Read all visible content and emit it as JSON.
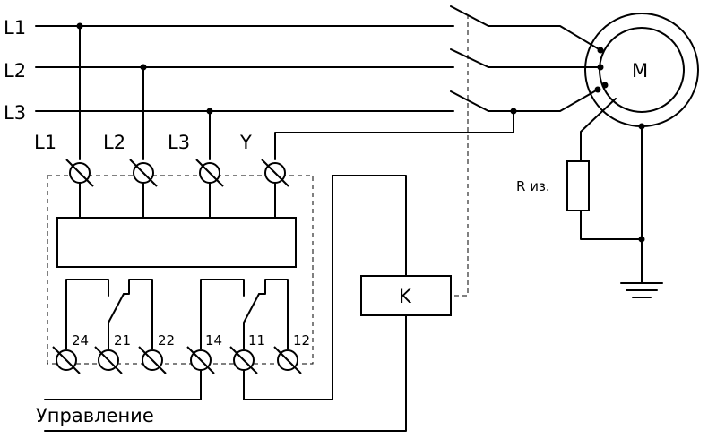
{
  "lines": {
    "l1": "L1",
    "l2": "L2",
    "l3": "L3"
  },
  "relay_terminals": {
    "t1": "L1",
    "t2": "L2",
    "t3": "L3",
    "t4": "Y"
  },
  "contacts": [
    "24",
    "21",
    "22",
    "14",
    "11",
    "12"
  ],
  "motor_label": "M",
  "resistor_label": "R из.",
  "contactor_label": "K",
  "control_label": "Управление"
}
